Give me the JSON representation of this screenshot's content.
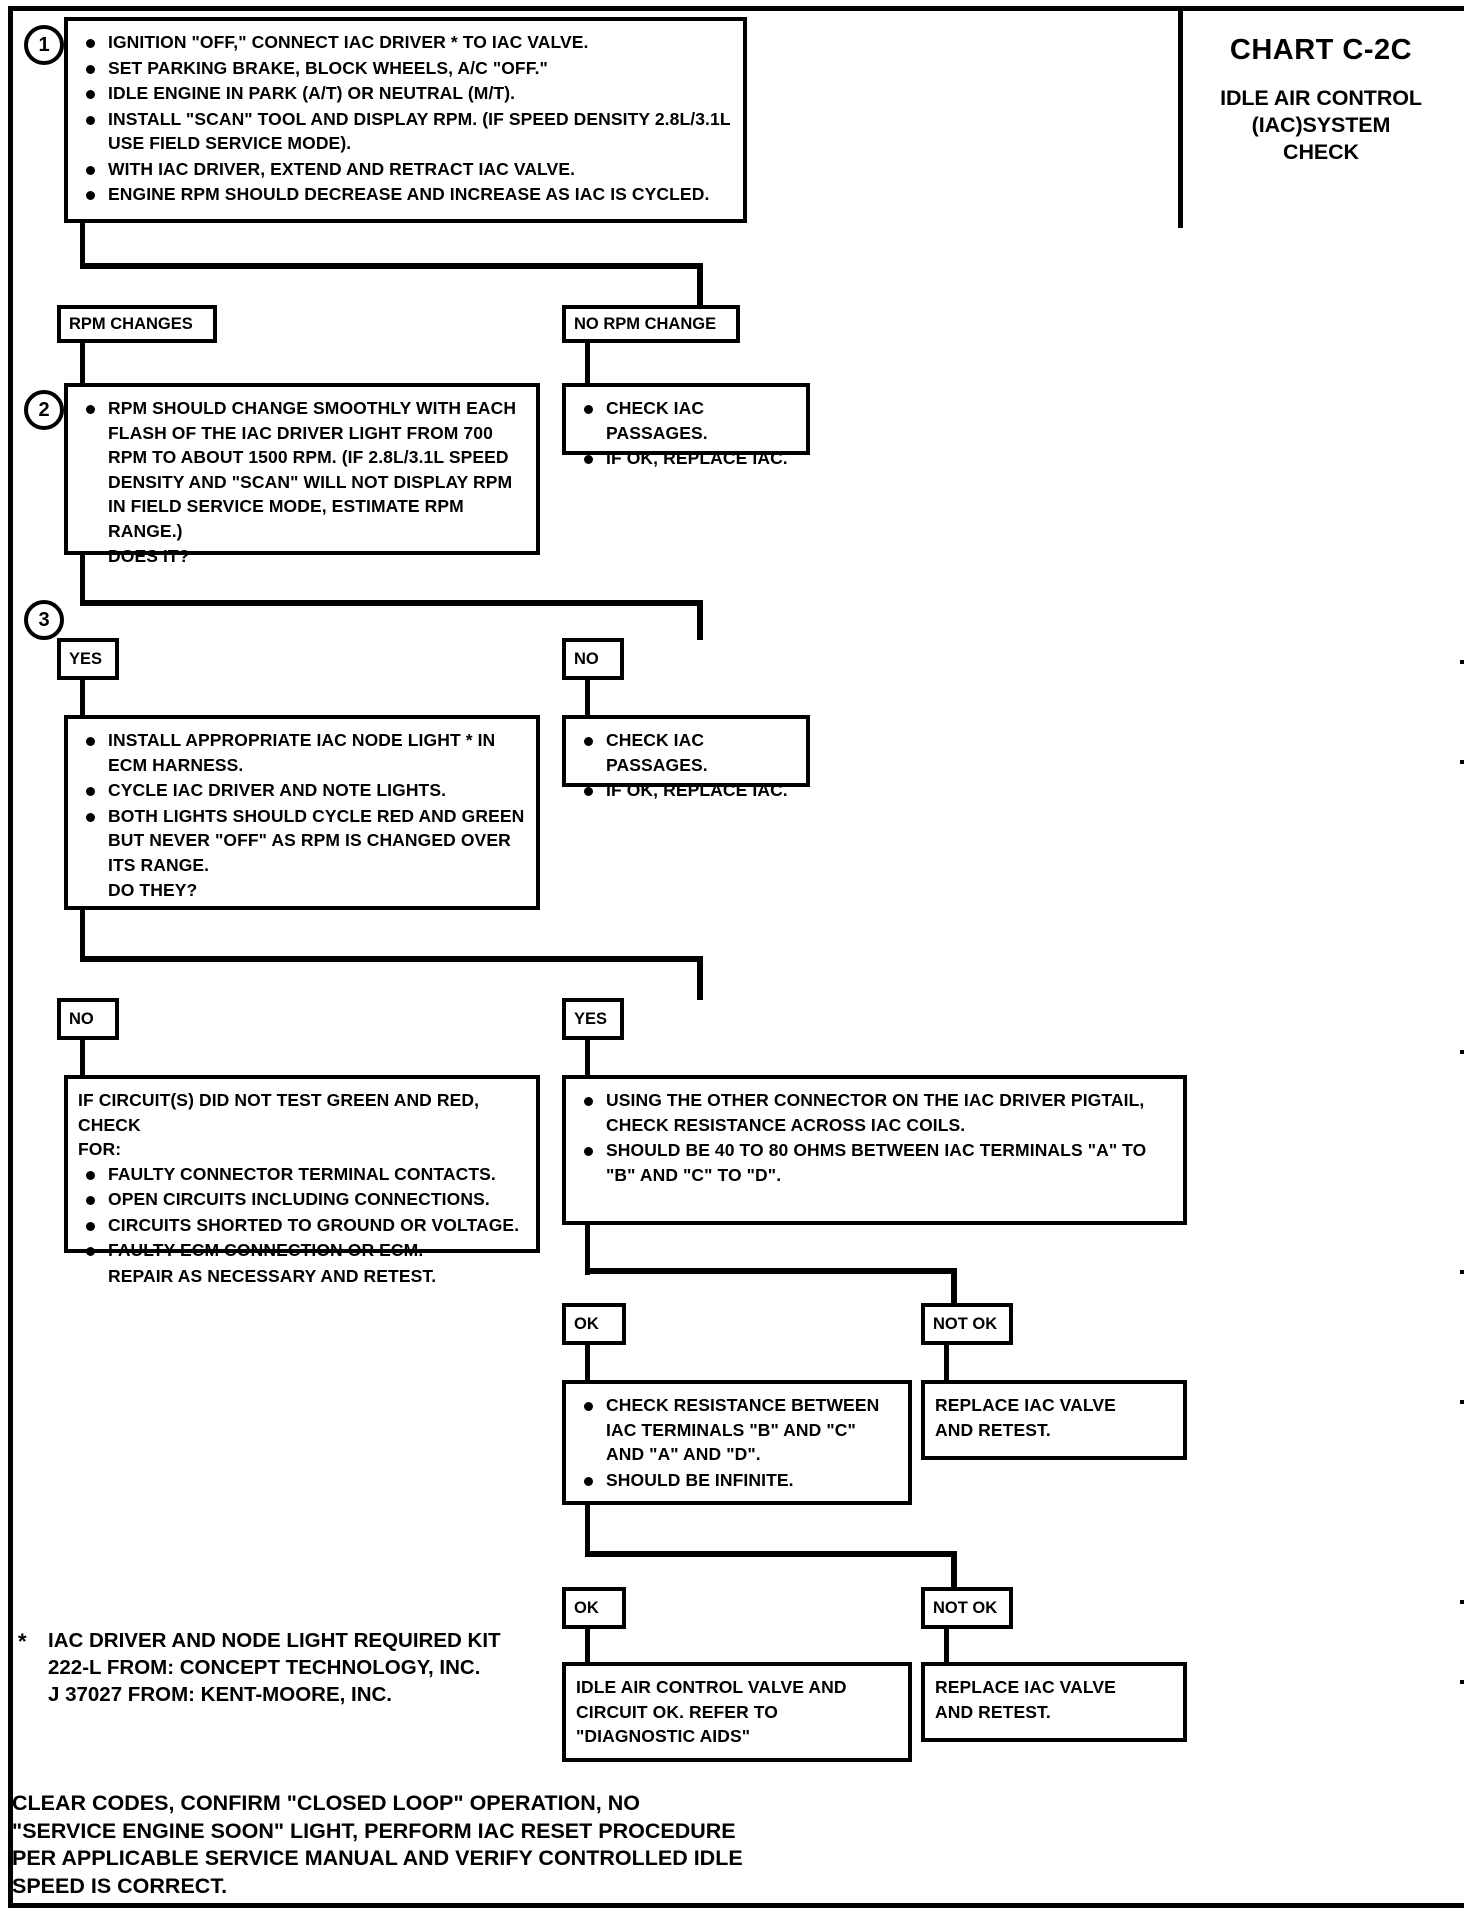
{
  "chart": {
    "id": "CHART C-2C",
    "title_line1": "IDLE AIR CONTROL (IAC)SYSTEM",
    "title_line2": "CHECK"
  },
  "steps": {
    "step1_number": "1",
    "step2_number": "2",
    "step3_number": "3"
  },
  "step1": {
    "bullets": [
      "IGNITION \"OFF,\" CONNECT IAC DRIVER * TO IAC VALVE.",
      "SET PARKING BRAKE, BLOCK WHEELS, A/C \"OFF.\"",
      "IDLE ENGINE IN PARK (A/T) OR NEUTRAL (M/T).",
      "INSTALL \"SCAN\" TOOL AND DISPLAY RPM.  (IF SPEED DENSITY 2.8L/3.1L USE FIELD SERVICE MODE).",
      "WITH IAC DRIVER, EXTEND AND RETRACT IAC VALVE.",
      "ENGINE RPM SHOULD DECREASE AND INCREASE AS IAC IS CYCLED."
    ]
  },
  "branch1": {
    "left_label": "RPM CHANGES",
    "right_label": "NO RPM CHANGE"
  },
  "step2": {
    "bullets": [
      "RPM SHOULD CHANGE SMOOTHLY WITH EACH FLASH OF THE IAC DRIVER LIGHT FROM 700 RPM TO ABOUT 1500 RPM.  (IF 2.8L/3.1L SPEED DENSITY AND \"SCAN\" WILL NOT DISPLAY RPM IN FIELD SERVICE MODE, ESTIMATE RPM RANGE.)"
    ],
    "question": "DOES IT?"
  },
  "no_rpm_change_action": {
    "bullets": [
      "CHECK IAC PASSAGES.",
      "IF OK, REPLACE IAC."
    ]
  },
  "branch2": {
    "yes_label": "YES",
    "no_label": "NO"
  },
  "step3": {
    "bullets": [
      "INSTALL APPROPRIATE IAC NODE LIGHT * IN ECM HARNESS.",
      "CYCLE IAC DRIVER AND NOTE LIGHTS.",
      "BOTH LIGHTS SHOULD CYCLE RED AND GREEN BUT NEVER \"OFF\" AS RPM IS CHANGED OVER ITS RANGE."
    ],
    "question": "DO THEY?"
  },
  "step2_no_action": {
    "bullets": [
      "CHECK IAC PASSAGES.",
      "IF OK, REPLACE IAC."
    ]
  },
  "branch3": {
    "no_label": "NO",
    "yes_label": "YES"
  },
  "circuit_check": {
    "intro_line1": "IF CIRCUIT(S) DID NOT TEST GREEN AND RED, CHECK",
    "intro_line2": "FOR:",
    "bullets": [
      "FAULTY CONNECTOR TERMINAL CONTACTS.",
      "OPEN CIRCUITS INCLUDING CONNECTIONS.",
      "CIRCUITS SHORTED TO GROUND OR VOLTAGE.",
      "FAULTY ECM CONNECTION OR ECM."
    ],
    "closing": "REPAIR AS NECESSARY AND RETEST."
  },
  "resistance_check": {
    "bullets": [
      "USING THE OTHER CONNECTOR ON THE IAC DRIVER PIGTAIL, CHECK RESISTANCE ACROSS IAC COILS.",
      "SHOULD BE 40 TO 80 OHMS BETWEEN IAC TERMINALS \"A\" TO \"B\" AND \"C\" TO \"D\"."
    ]
  },
  "branch4": {
    "ok_label": "OK",
    "not_ok_label": "NOT OK"
  },
  "resistance_check2": {
    "bullets": [
      "CHECK RESISTANCE BETWEEN IAC TERMINALS \"B\" AND \"C\" AND \"A\" AND \"D\".",
      "SHOULD BE INFINITE."
    ]
  },
  "replace_valve_1": {
    "line1": "REPLACE IAC VALVE",
    "line2": "AND RETEST."
  },
  "branch5": {
    "ok_label": "OK",
    "not_ok_label": "NOT OK"
  },
  "final_ok": {
    "text": "IDLE AIR CONTROL VALVE AND CIRCUIT OK.  REFER TO \"DIAGNOSTIC AIDS\""
  },
  "replace_valve_2": {
    "line1": "REPLACE IAC VALVE",
    "line2": "AND RETEST."
  },
  "footnote": {
    "marker": "*",
    "line1": "IAC DRIVER AND NODE LIGHT REQUIRED KIT",
    "line2": "222-L FROM:  CONCEPT TECHNOLOGY, INC.",
    "line3": "J 37027 FROM:  KENT-MOORE, INC."
  },
  "footer": {
    "line1": "CLEAR CODES, CONFIRM \"CLOSED LOOP\" OPERATION, NO",
    "line2": "\"SERVICE ENGINE SOON\" LIGHT, PERFORM IAC RESET PROCEDURE",
    "line3": "PER APPLICABLE SERVICE MANUAL AND VERIFY CONTROLLED IDLE",
    "line4": "SPEED IS CORRECT."
  }
}
